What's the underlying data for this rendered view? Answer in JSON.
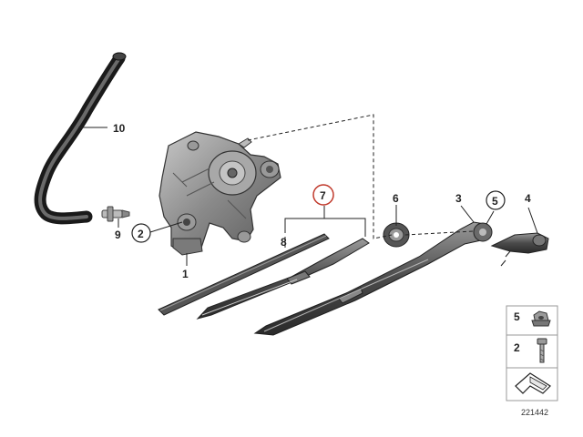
{
  "callouts": {
    "c1": "1",
    "c2": "2",
    "c3": "3",
    "c4": "4",
    "c5": "5",
    "c6": "6",
    "c7": "7",
    "c8": "8",
    "c9": "9",
    "c10": "10"
  },
  "legend": {
    "item_nut": "5",
    "item_bolt": "2"
  },
  "diagram_number": "221442",
  "colors": {
    "part_fill": "#8c8c8c",
    "part_dark": "#3a3a3a",
    "highlight_circle": "#c0392b"
  }
}
